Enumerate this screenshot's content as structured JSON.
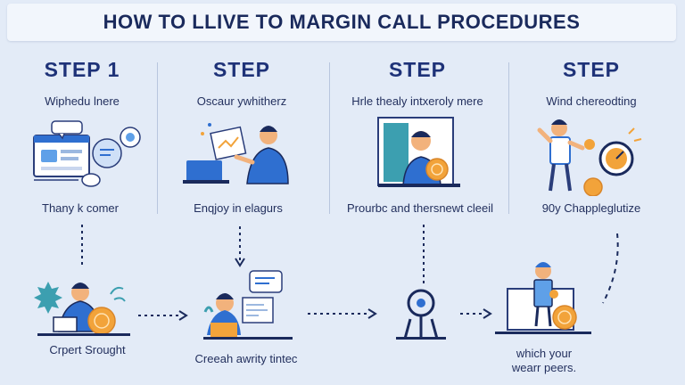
{
  "title": "HOW TO LLIVE TO MARGIN CALL PROCEDURES",
  "steps": [
    {
      "heading": "STEP 1",
      "caption": "Wiphedu lnere",
      "sub": "Thany k comer"
    },
    {
      "heading": "STEP",
      "caption": "Oscaur ywhitherz",
      "sub": "Enqjoy in elagurs"
    },
    {
      "heading": "STEP",
      "caption": "Hrle thealy intxeroly mere",
      "sub": "Prourbc and thersnewt cleeil"
    },
    {
      "heading": "STEP",
      "caption": "Wind chereodting",
      "sub": "90y Chappleglutize"
    }
  ],
  "bottom_labels": [
    "Crpert Srought",
    "Creeah awrity tintec",
    "",
    "which your\nwearr peers."
  ],
  "colors": {
    "navy": "#1a2a5c",
    "blue": "#2f6fd0",
    "orange": "#f2a33a",
    "background": "#e3ebf7"
  }
}
